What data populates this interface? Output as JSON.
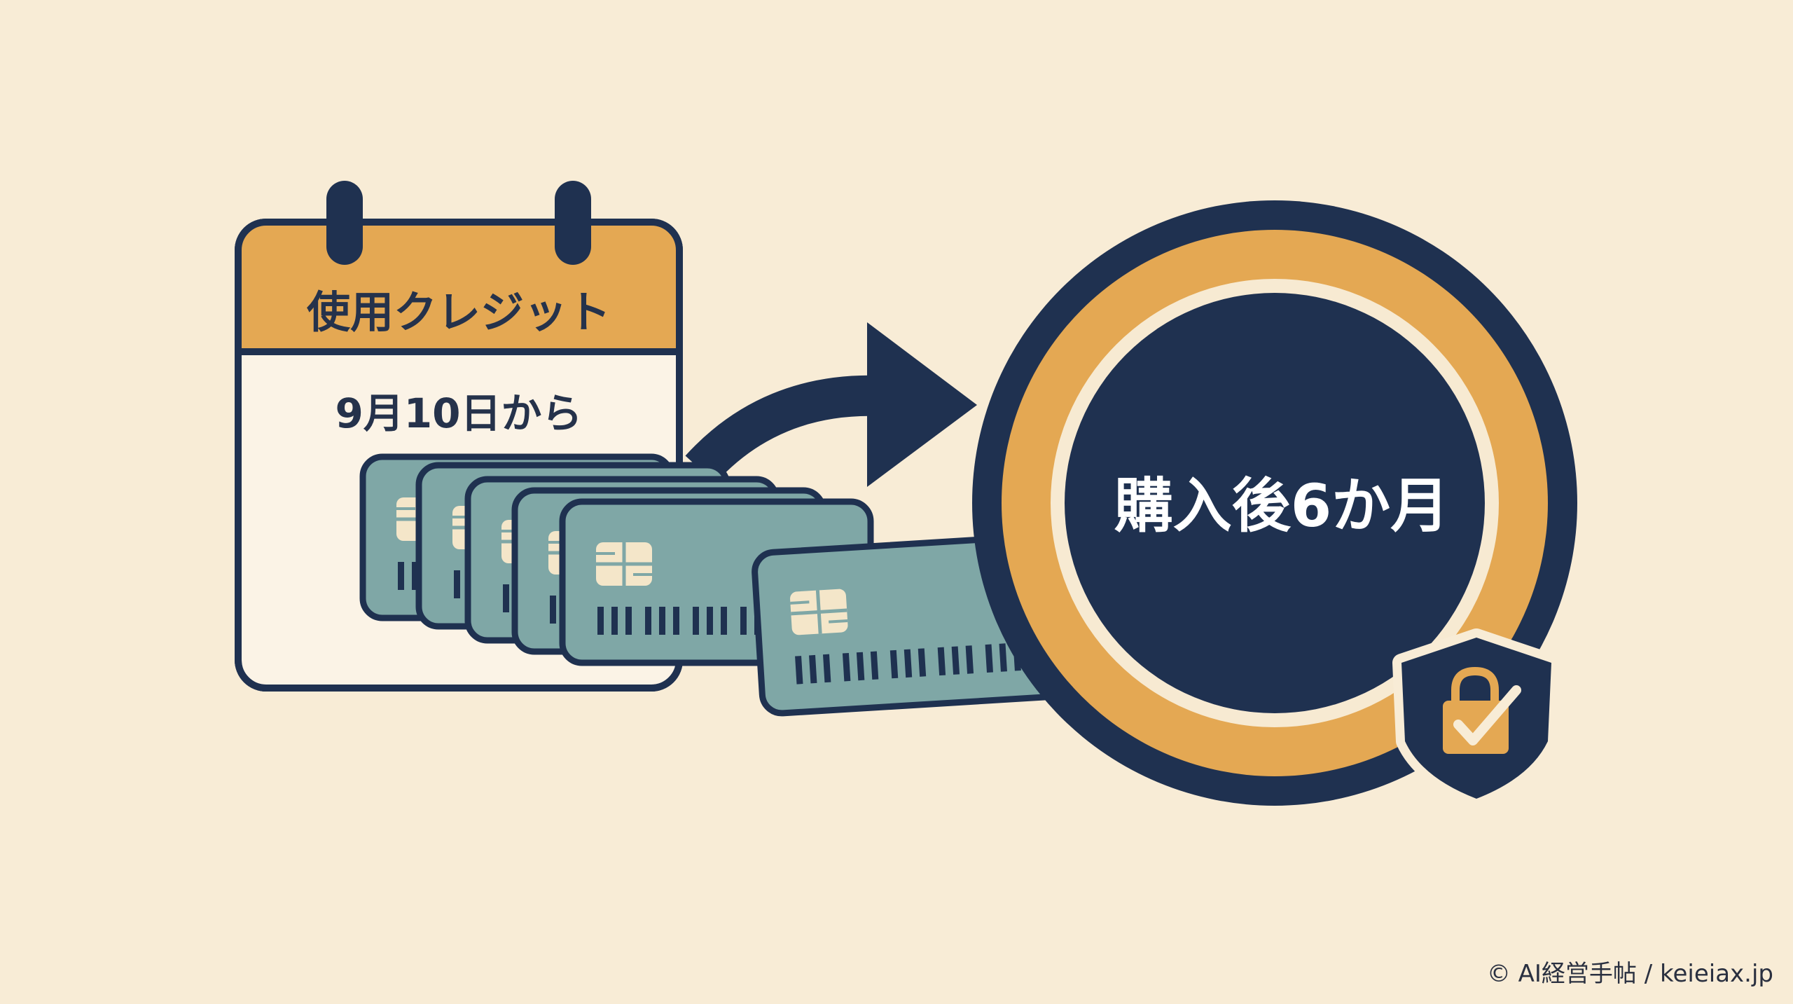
{
  "calendar": {
    "header_label": "使用クレジット",
    "date_label": "9月10日から"
  },
  "circle": {
    "label": "購入後6か月"
  },
  "footer": {
    "copyright": "© AI経営手帖 / keieiax.jp"
  },
  "icons": {
    "calendar": "calendar-icon",
    "arrow": "curved-arrow-icon",
    "cards": "credit-card-icon",
    "shield": "shield-lock-check-icon"
  },
  "colors": {
    "background": "#f8ecd6",
    "navy": "#1f3150",
    "orange": "#e4a853",
    "card": "#7fa7a6",
    "cream": "#f7ead2"
  }
}
